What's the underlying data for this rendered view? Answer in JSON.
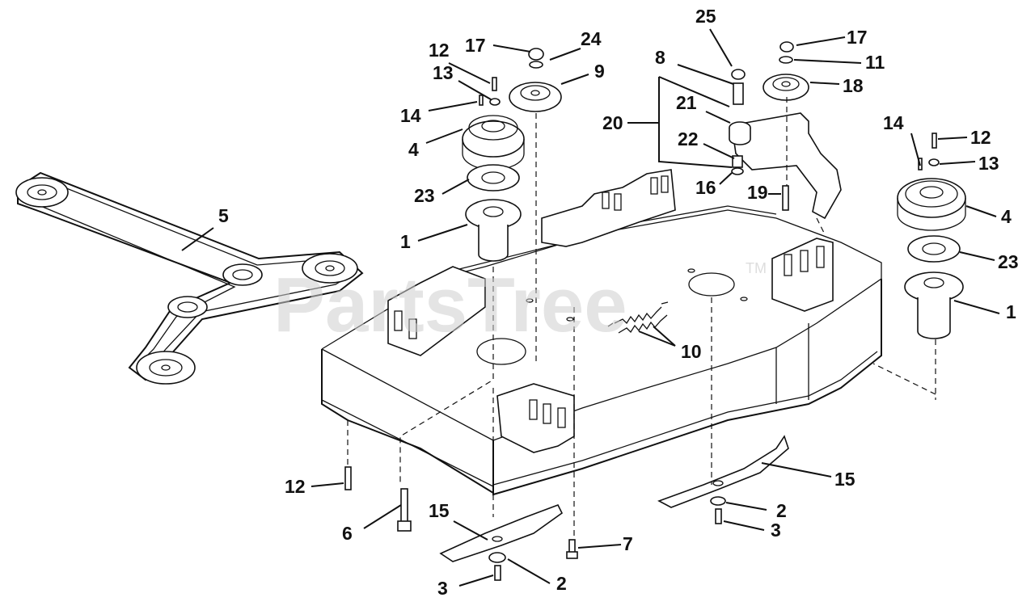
{
  "watermark": {
    "text": "PartsTree",
    "tm": "TM"
  },
  "callouts": [
    {
      "id": "c25",
      "text": "25"
    },
    {
      "id": "c17a",
      "text": "17"
    },
    {
      "id": "c24",
      "text": "24"
    },
    {
      "id": "c12a",
      "text": "12"
    },
    {
      "id": "c13a",
      "text": "13"
    },
    {
      "id": "c9",
      "text": "9"
    },
    {
      "id": "c8",
      "text": "8"
    },
    {
      "id": "c17b",
      "text": "17"
    },
    {
      "id": "c11",
      "text": "11"
    },
    {
      "id": "c18",
      "text": "18"
    },
    {
      "id": "c14a",
      "text": "14"
    },
    {
      "id": "c21",
      "text": "21"
    },
    {
      "id": "c20",
      "text": "20"
    },
    {
      "id": "c4a",
      "text": "4"
    },
    {
      "id": "c22",
      "text": "22"
    },
    {
      "id": "c14b",
      "text": "14"
    },
    {
      "id": "c12b",
      "text": "12"
    },
    {
      "id": "c13b",
      "text": "13"
    },
    {
      "id": "c23a",
      "text": "23"
    },
    {
      "id": "c16",
      "text": "16"
    },
    {
      "id": "c19",
      "text": "19"
    },
    {
      "id": "c5",
      "text": "5"
    },
    {
      "id": "c4b",
      "text": "4"
    },
    {
      "id": "c1a",
      "text": "1"
    },
    {
      "id": "c23b",
      "text": "23"
    },
    {
      "id": "c1b",
      "text": "1"
    },
    {
      "id": "c10",
      "text": "10"
    },
    {
      "id": "c15a",
      "text": "15"
    },
    {
      "id": "c12c",
      "text": "12"
    },
    {
      "id": "c2a",
      "text": "2"
    },
    {
      "id": "c3a",
      "text": "3"
    },
    {
      "id": "c6",
      "text": "6"
    },
    {
      "id": "c15b",
      "text": "15"
    },
    {
      "id": "c7",
      "text": "7"
    },
    {
      "id": "c3b",
      "text": "3"
    },
    {
      "id": "c2b",
      "text": "2"
    }
  ]
}
